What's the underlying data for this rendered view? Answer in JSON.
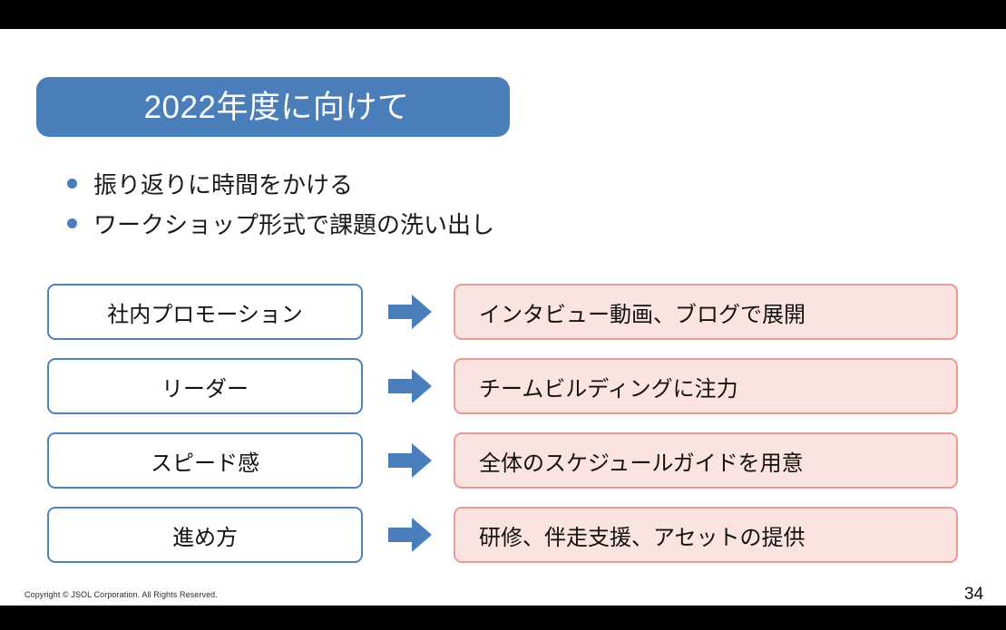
{
  "slide": {
    "title": "2022年度に向けて",
    "bullets": [
      {
        "label": "振り返りに時間をかける"
      },
      {
        "label": "ワークショップ形式で課題の洗い出し"
      }
    ],
    "mapping_rows": [
      {
        "theme": "社内プロモーション",
        "arrow": "right-arrow-icon",
        "action": "インタビュー動画、ブログで展開"
      },
      {
        "theme": "リーダー",
        "arrow": "right-arrow-icon",
        "action": "チームビルディングに注力"
      },
      {
        "theme": "スピード感",
        "arrow": "right-arrow-icon",
        "action": "全体のスケジュールガイドを用意"
      },
      {
        "theme": "進め方",
        "arrow": "right-arrow-icon",
        "action": "研修、伴走支援、アセットの提供"
      }
    ],
    "footer": {
      "copyright": "Copyright © JSOL Corporation. All Rights Reserved.",
      "page_number": "34"
    },
    "colors": {
      "banner_blue": "#4a7ebb",
      "bullet_blue": "#4a7ebb",
      "left_box_border": "#4f80c0",
      "left_box_fill": "#ffffff",
      "right_box_border": "#ea9a91",
      "right_box_fill": "#fbe3e1",
      "arrow_blue": "#4a7ebb",
      "letterbox": "#000000"
    }
  }
}
